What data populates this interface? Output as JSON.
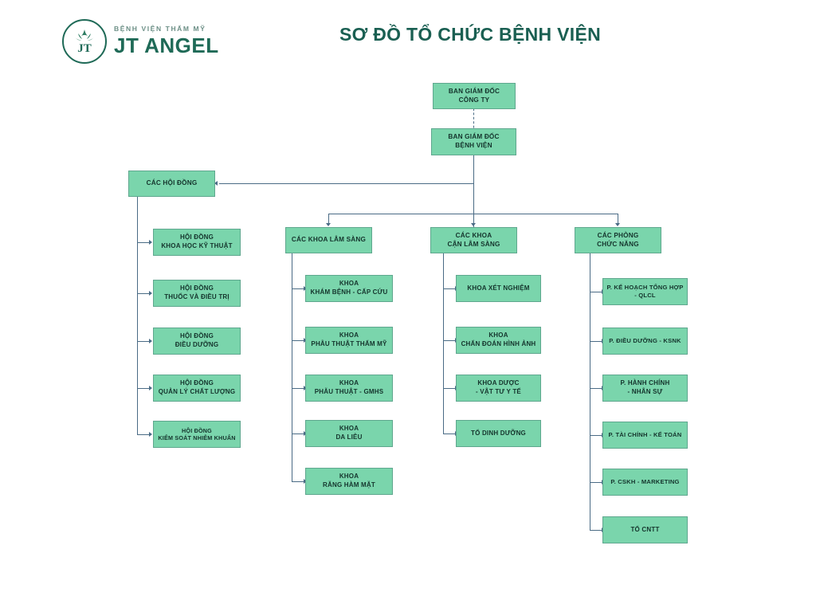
{
  "header": {
    "title": "SƠ ĐỒ TỔ CHỨC BỆNH VIỆN",
    "logo": {
      "tagline": "BỆNH VIỆN THẨM MỸ",
      "brand": "JT ANGEL",
      "monogram": "JT"
    }
  },
  "colors": {
    "node_fill": "#7ad5ac",
    "node_border": "#5fa78e",
    "connector": "#4a6b85",
    "title": "#1a5f52",
    "brand": "#1f6a57"
  },
  "chart_data": {
    "type": "org-chart",
    "title": "SƠ ĐỒ TỔ CHỨC BỆNH VIỆN",
    "root": {
      "id": "ban-giam-doc-cong-ty",
      "label": "BAN  GIÁM ĐỐC\nCÔNG TY"
    },
    "second": {
      "id": "ban-giam-doc-benh-vien",
      "label": "BAN  GIÁM ĐỐC\nBỆNH VIỆN",
      "link_from_root": "dashed-arrow"
    },
    "branches": [
      {
        "id": "cac-hoi-dong",
        "label": "CÁC HỘI ĐỒNG",
        "position": "left",
        "children": [
          {
            "id": "hoi-dong-khoa-hoc-ky-thuat",
            "label": "HỘI ĐỒNG\nKHOA HỌC KỸ THUẬT"
          },
          {
            "id": "hoi-dong-thuoc-va-dieu-tri",
            "label": "HỘI ĐỒNG\nTHUỐC VÀ ĐIỀU TRỊ"
          },
          {
            "id": "hoi-dong-dieu-duong",
            "label": "HỘI ĐỒNG\nĐIỀU DƯỠNG"
          },
          {
            "id": "hoi-dong-quan-ly-chat-luong",
            "label": "HỘI ĐỒNG\nQUẢN LÝ CHẤT LƯỢNG"
          },
          {
            "id": "hoi-dong-kiem-soat-nhiem-khuan",
            "label": "HỘI ĐỒNG\nKIỂM SOÁT NHIỄM KHUẨN"
          }
        ]
      },
      {
        "id": "cac-khoa-lam-sang",
        "label": "CÁC KHOA LÂM SÀNG",
        "position": "column-1",
        "children": [
          {
            "id": "khoa-kham-benh-cap-cuu",
            "label": "KHOA\nKHÁM BỆNH - CẤP CỨU"
          },
          {
            "id": "khoa-phau-thuat-tham-my",
            "label": "KHOA\nPHẪU THUẬT THẨM MỸ"
          },
          {
            "id": "khoa-phau-thuat-gmhs",
            "label": "KHOA\nPHẪU THUẬT - GMHS"
          },
          {
            "id": "khoa-da-lieu",
            "label": "KHOA\nDA LIỄU"
          },
          {
            "id": "khoa-rang-ham-mat",
            "label": "KHOA\nRĂNG HÀM MẶT"
          }
        ]
      },
      {
        "id": "cac-khoa-can-lam-sang",
        "label": "CÁC KHOA\nCẬN LÂM SÀNG",
        "position": "column-2",
        "children": [
          {
            "id": "khoa-xet-nghiem",
            "label": "KHOA XÉT NGHIỆM"
          },
          {
            "id": "khoa-chan-doan-hinh-anh",
            "label": "KHOA\nCHẨN ĐOÁN HÌNH ẢNH"
          },
          {
            "id": "khoa-duoc-vat-tu-y-te",
            "label": "KHOA DƯỢC\n- VẬT TƯ Y TẾ"
          },
          {
            "id": "to-dinh-duong",
            "label": "TỔ DINH DƯỠNG"
          }
        ]
      },
      {
        "id": "cac-phong-chuc-nang",
        "label": "CÁC PHÒNG\nCHỨC NĂNG",
        "position": "column-3",
        "children": [
          {
            "id": "p-ke-hoach-tong-hop-qlcl",
            "label": "P. KẾ HOẠCH TỔNG HỢP\n- QLCL"
          },
          {
            "id": "p-dieu-duong-ksnk",
            "label": "P. ĐIỀU DƯỠNG - KSNK"
          },
          {
            "id": "p-hanh-chinh-nhan-su",
            "label": "P. HÀNH CHÍNH\n- NHÂN SỰ"
          },
          {
            "id": "p-tai-chinh-ke-toan",
            "label": "P. TÀI CHÍNH - KẾ TOÁN"
          },
          {
            "id": "p-cskh-marketing",
            "label": "P. CSKH - MARKETING"
          },
          {
            "id": "to-cntt",
            "label": "TỔ CNTT"
          }
        ]
      }
    ]
  }
}
